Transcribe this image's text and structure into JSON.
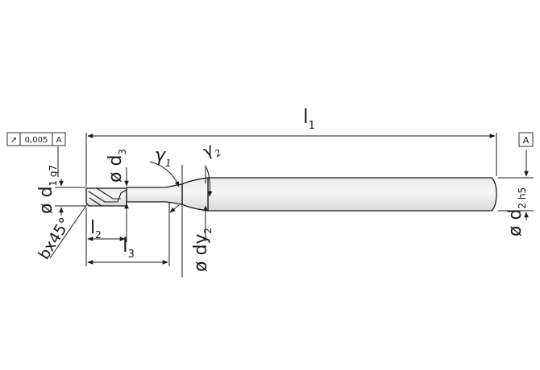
{
  "drawing": {
    "colors": {
      "line": "#1a1a1a",
      "tool_fill": "#e6e6e6",
      "tool_highlight": "#f2f2f2",
      "background": "#ffffff"
    },
    "tolerance_frame": {
      "symbol": "↗",
      "value": "0,005",
      "datum": "A"
    },
    "datum_box": "A",
    "labels": {
      "l1_main": "l",
      "l1_sub": "1",
      "d1_main": "ø d",
      "d1_sub": "1 g7",
      "d3_main": "ø d",
      "d3_sub": "3",
      "gamma1_main": "γ",
      "gamma1_sub": "1",
      "gamma2_main": "γ",
      "gamma2_sub": "2",
      "l2_main": "l",
      "l2_sub": "2",
      "l3_main": "l",
      "l3_sub": "3",
      "chamfer": "bx45°",
      "dy2_main": "ø dy",
      "dy2_sub": "2",
      "d2_main": "ø d",
      "d2_sub": "2 h5"
    }
  }
}
